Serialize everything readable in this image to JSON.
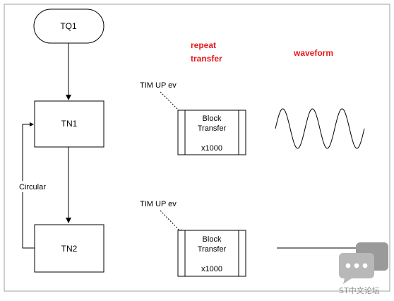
{
  "flow": {
    "tq1": "TQ1",
    "tn1": "TN1",
    "tn2": "TN2",
    "circular": "Circular"
  },
  "headings": {
    "repeat_line1": "repeat",
    "repeat_line2": "transfer",
    "waveform": "waveform"
  },
  "blocks": {
    "top": {
      "trigger": "TIM UP ev",
      "line1": "Block",
      "line2": "Transfer",
      "count": "x1000"
    },
    "bottom": {
      "trigger": "TIM UP ev",
      "line1": "Block",
      "line2": "Transfer",
      "count": "x1000"
    }
  },
  "watermark": {
    "text": "ST中文论坛"
  },
  "colors": {
    "heading": "#e8191b",
    "stroke": "#000000",
    "frame": "#a0a0a0",
    "watermark": "#7a7a7a"
  }
}
